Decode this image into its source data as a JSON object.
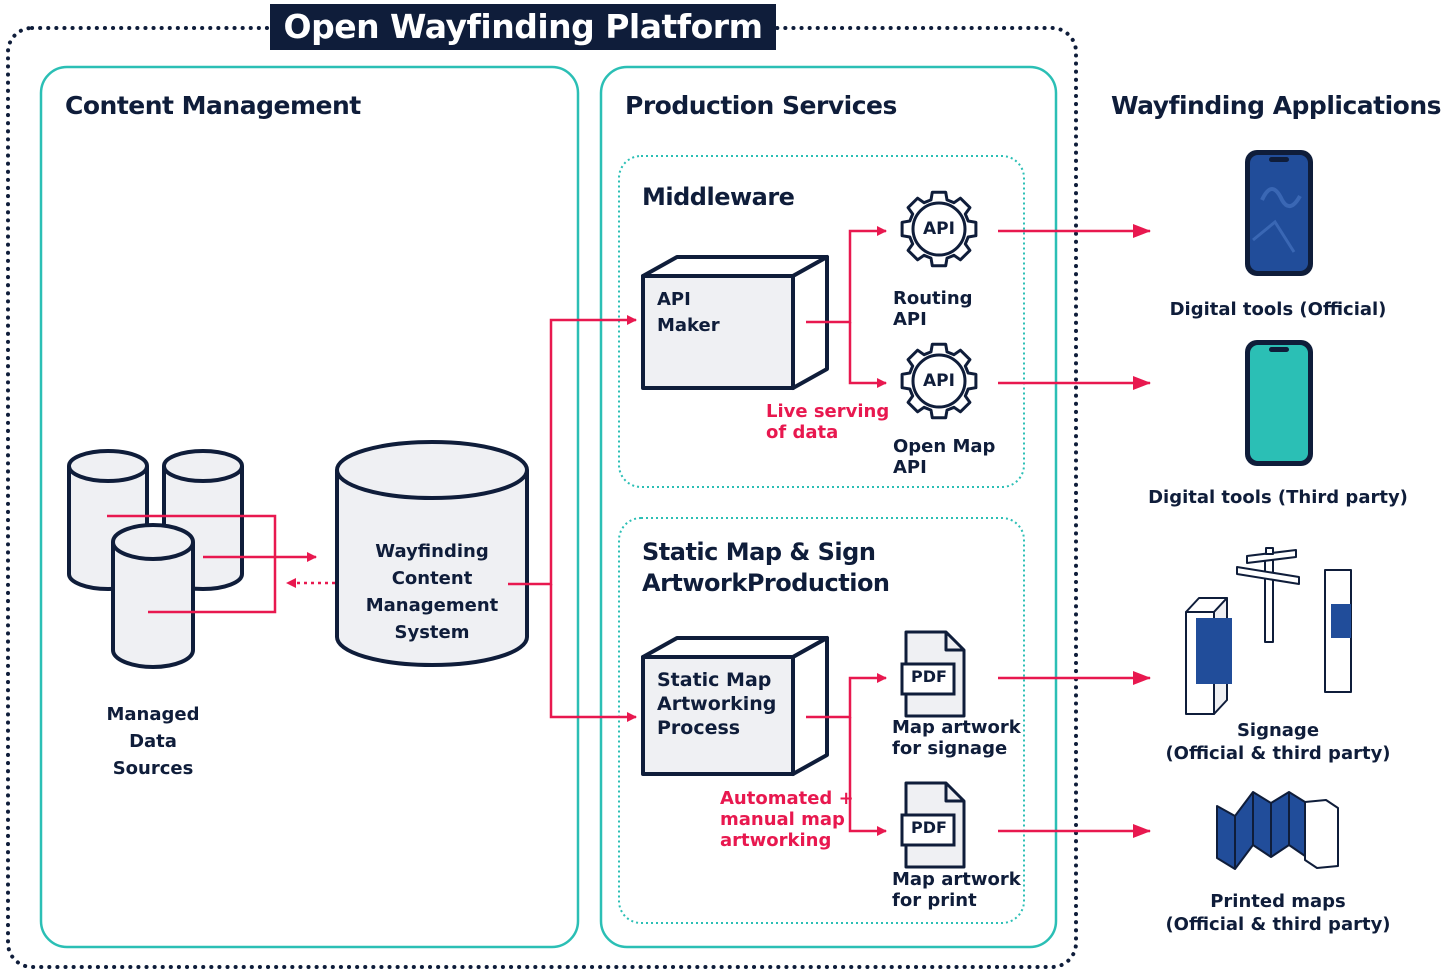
{
  "platform": {
    "title": "Open Wayfinding Platform"
  },
  "content_management": {
    "title": "Content Management",
    "data_sources_label": [
      "Managed",
      "Data",
      "Sources"
    ],
    "cms_label": [
      "Wayfinding",
      "Content",
      "Management",
      "System"
    ]
  },
  "production_services": {
    "title": "Production Services",
    "middleware": {
      "title": "Middleware",
      "api_maker_label": [
        "API",
        "Maker"
      ],
      "live_serving_note": [
        "Live serving",
        "of data"
      ],
      "api_icon_text": "API",
      "routing_api_label": [
        "Routing",
        "API"
      ],
      "open_map_api_label": [
        "Open Map",
        "API"
      ]
    },
    "static": {
      "title": [
        "Static Map & Sign",
        "ArtworkProduction"
      ],
      "process_label": [
        "Static Map",
        "Artworking",
        "Process"
      ],
      "automated_note": [
        "Automated +",
        "manual map",
        "artworking"
      ],
      "pdf_icon_text": "PDF",
      "signage_artwork_label": [
        "Map artwork",
        "for signage"
      ],
      "print_artwork_label": [
        "Map artwork",
        "for print"
      ]
    }
  },
  "applications": {
    "title": "Wayfinding Applications",
    "items": [
      {
        "label": [
          "Digital tools (Official)"
        ]
      },
      {
        "label": [
          "Digital tools (Third party)"
        ]
      },
      {
        "label": [
          "Signage",
          "(Official & third party)"
        ]
      },
      {
        "label": [
          "Printed maps",
          "(Official & third party)"
        ]
      }
    ]
  },
  "colors": {
    "navy": "#0f1d3a",
    "teal": "#2bbfb5",
    "red_accent": "#e8184f",
    "fill_light": "#eff0f3",
    "map_blue": "#214d9a"
  }
}
